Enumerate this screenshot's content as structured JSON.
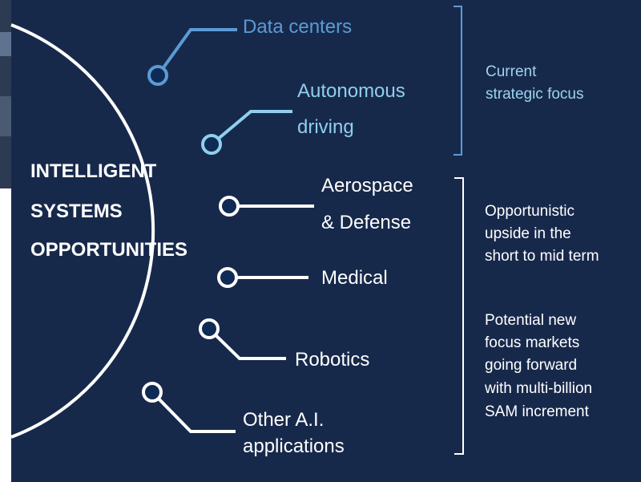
{
  "title": {
    "line1": "INTELLIGENT",
    "line2": "SYSTEMS",
    "line3": "OPPORTUNITIES"
  },
  "markets": {
    "data_centers": "Data centers",
    "autonomous_1": "Autonomous",
    "autonomous_2": "driving",
    "aerospace_1": "Aerospace",
    "aerospace_2": "& Defense",
    "medical": "Medical",
    "robotics": "Robotics",
    "other_1": "Other A.I.",
    "other_2": "applications"
  },
  "groups": {
    "current_1": "Current",
    "current_2": "strategic focus",
    "opportunistic_1": "Opportunistic",
    "opportunistic_2": "upside in the",
    "opportunistic_3": "short to mid term",
    "potential_1": "Potential new",
    "potential_2": "focus markets",
    "potential_3": "going forward",
    "potential_4": "with multi-billion",
    "potential_5": "SAM increment"
  },
  "colors": {
    "background": "#17294b",
    "arc": "#ffffff",
    "accent_dark": "#5b9bd5",
    "accent_light": "#8fcfee",
    "node_fill": "#0f2a55"
  }
}
